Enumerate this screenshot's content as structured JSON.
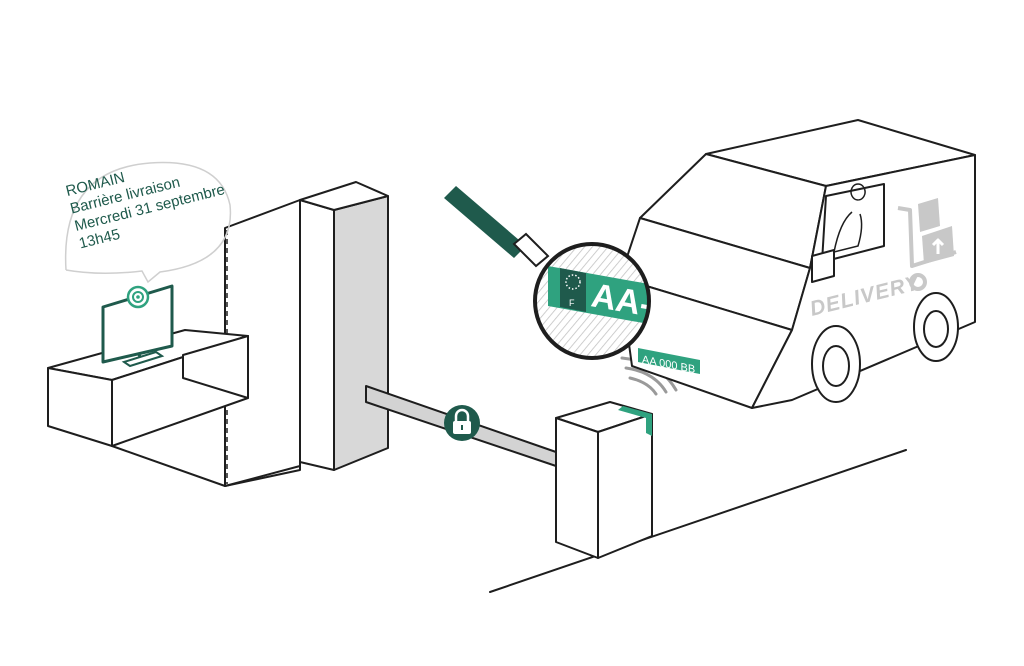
{
  "notification": {
    "name": "ROMAIN",
    "event": "Barrière livraison",
    "date": "Mercredi 31 septembre",
    "time": "13h45"
  },
  "van": {
    "label": "DELIVERY",
    "license_plate": "AA 000 BB"
  },
  "magnifier": {
    "plate_zoom_text": "AA-",
    "country_code": "F"
  },
  "icons": {
    "barrier": "padlock-icon",
    "monitor_badge": "target-icon",
    "sensor": "wireless-signal-icon",
    "van_side": "hand-truck-boxes-icon"
  },
  "colors": {
    "accent_dark": "#1f5a4c",
    "accent_plate": "#2fa27f",
    "line": "#1e1e1e",
    "concrete": "#d8d8d8"
  }
}
